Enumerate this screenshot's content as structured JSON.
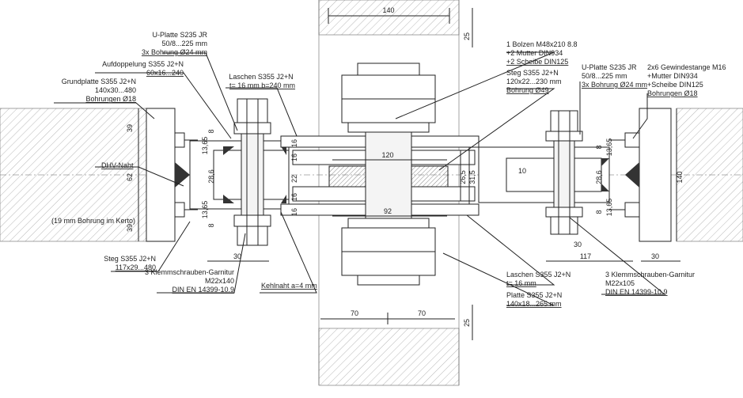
{
  "labels": {
    "u_plate_left": [
      "U-Platte S235 JR",
      "50/8...225 mm",
      "3x Bohrung Ø24 mm"
    ],
    "aufdoppelung": [
      "Aufdoppelung S355 J2+N",
      "60x16...240"
    ],
    "grundplatte": [
      "Grundplatte S355 J2+N",
      "140x30...480",
      "Bohrungen Ø18"
    ],
    "laschen_top": [
      "Laschen S355 J2+N",
      "t= 16 mm b=240 mm"
    ],
    "bolzen": [
      "1 Bolzen M48x210 8.8",
      "+2 Mutter DIN934",
      "+2 Scheibe DIN125"
    ],
    "steg_center": [
      "Steg S355 J2+N",
      "120x22...230 mm",
      "Bohrung Ø49"
    ],
    "u_plate_right": [
      "U-Platte S235 JR",
      "50/8...225 mm",
      "3x Bohrung Ø24 mm"
    ],
    "gewindestange": [
      "2x6 Gewindestange M16",
      "+Mutter DIN934",
      "+Scheibe DIN125",
      "Bohrungen Ø18"
    ],
    "dhv": "DHV-Naht",
    "bohrung_kerto": "(19 mm Bohrung im Kerto)",
    "steg_left": [
      "Steg S355 J2+N",
      "117x29...480"
    ],
    "klemm_left": [
      "3 Klemmschrauben-Garnitur",
      "M22x140",
      "DIN EN 14399-10.9"
    ],
    "kehlnaht": "Kehlnaht a=4 mm",
    "laschen_bottom": [
      "Laschen S355 J2+N",
      "t= 16 mm"
    ],
    "platte": [
      "Platte S355 J2+N",
      "140x18...265 mm"
    ],
    "klemm_right": [
      "3 Klemmschrauben-Garnitur",
      "M22x105",
      "DIN EN 14399-10.9"
    ]
  },
  "dims": {
    "top_140": "140",
    "top_25": "25",
    "bot_25": "25",
    "l_39a": "39",
    "l_62": "62",
    "l_39b": "39",
    "l_8a": "8",
    "l_1365a": "13,65",
    "l_286": "28,6",
    "l_1365b": "13,65",
    "l_8b": "8",
    "l_16a": "16",
    "l_16b": "16",
    "l_22": "22",
    "l_16c": "16",
    "l_16d": "16",
    "l_30": "30",
    "c_120": "120",
    "c_92": "92",
    "c_265": "26,5",
    "c_315": "31,5",
    "r_10": "10",
    "r_8a": "8",
    "r_1365a": "13,65",
    "r_286": "28,6",
    "r_1365b": "13,65",
    "r_8b": "8",
    "r_30a": "30",
    "r_117": "117",
    "r_30b": "30",
    "r_140": "140",
    "b_70a": "70",
    "b_70b": "70"
  }
}
